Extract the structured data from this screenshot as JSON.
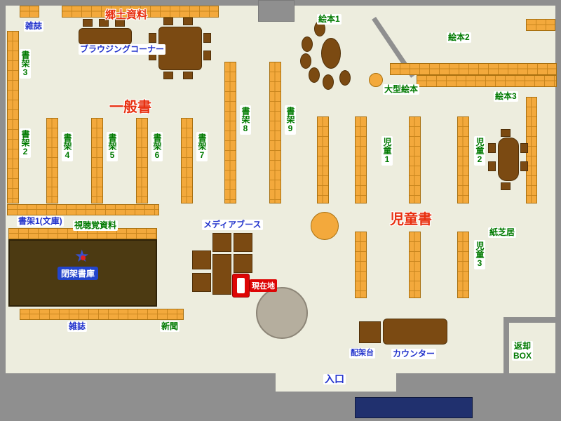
{
  "colors": {
    "wall": "#8F8F8F",
    "floor": "#EDEDDE",
    "shelf": "#F3A93C",
    "shelf-line": "#C9861E",
    "shelf-border": "#A87010",
    "furniture": "#7B4A12",
    "furniture-border": "#503008",
    "stack-room": "#4C3A12",
    "label-blue": "#2233CC",
    "label-green": "#007A00",
    "heading-red": "#E83010",
    "current-red": "#DD0505",
    "marker-blue": "#2244CC",
    "mat-navy": "#20306E",
    "pillar-gray": "#B5AE9E"
  },
  "headings": {
    "local_materials": "郷土資料",
    "general_books": "一般書",
    "children_books": "児童書"
  },
  "labels": {
    "magazine_top": "雑誌",
    "browsing_corner": "ブラウジングコーナー",
    "shelf2": "書架2",
    "shelf3": "書架3",
    "shelf4": "書架4",
    "shelf5": "書架5",
    "shelf6": "書架6",
    "shelf7": "書架7",
    "shelf8": "書架8",
    "shelf9": "書架9",
    "shelf1_bunko": "書架1(文庫)",
    "audio_visual": "視聴覚資料",
    "closed_stacks": "閉架書庫",
    "magazine_bottom": "雑誌",
    "newspaper": "新聞",
    "media_booth": "メディアブース",
    "current_location": "現在地",
    "picture_book1": "絵本1",
    "picture_book2": "絵本2",
    "picture_book3": "絵本3",
    "large_picture_book": "大型絵本",
    "children1": "児童1",
    "children2": "児童2",
    "children3": "児童3",
    "kamishibai": "紙芝居",
    "sorting_stand": "配架台",
    "counter": "カウンター",
    "return_box": "返却\nBOX",
    "entrance": "入口"
  }
}
